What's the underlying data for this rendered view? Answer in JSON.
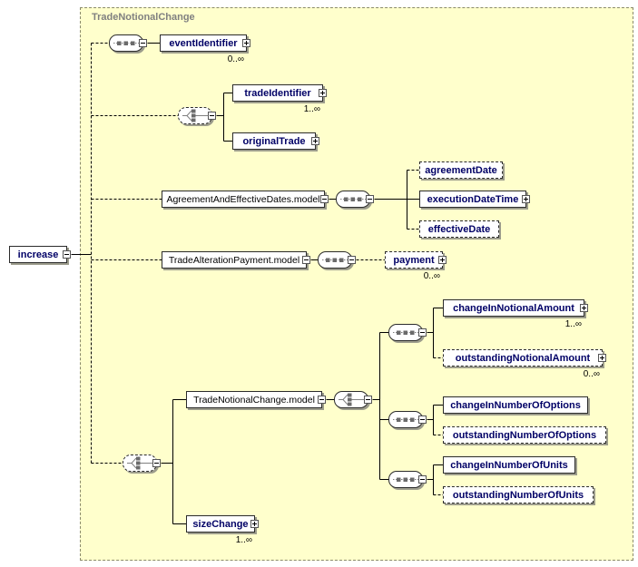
{
  "diagram": {
    "frame_label": "TradeNotionalChange",
    "root": {
      "label": "increase"
    },
    "nodes": {
      "eventIdentifier": {
        "label": "eventIdentifier",
        "cardinality": "0..∞"
      },
      "tradeIdentifier": {
        "label": "tradeIdentifier",
        "cardinality": "1..∞"
      },
      "originalTrade": {
        "label": "originalTrade"
      },
      "agreementModel": {
        "label": "AgreementAndEffectiveDates.model"
      },
      "agreementDate": {
        "label": "agreementDate"
      },
      "executionDateTime": {
        "label": "executionDateTime"
      },
      "effectiveDate": {
        "label": "effectiveDate"
      },
      "paymentModel": {
        "label": "TradeAlterationPayment.model"
      },
      "payment": {
        "label": "payment",
        "cardinality": "0..∞"
      },
      "notionalModel": {
        "label": "TradeNotionalChange.model"
      },
      "changeInNotionalAmount": {
        "label": "changeInNotionalAmount",
        "cardinality": "1..∞"
      },
      "outstandingNotionalAmount": {
        "label": "outstandingNotionalAmount",
        "cardinality": "0..∞"
      },
      "changeInNumberOfOptions": {
        "label": "changeInNumberOfOptions"
      },
      "outstandingNumberOfOptions": {
        "label": "outstandingNumberOfOptions"
      },
      "changeInNumberOfUnits": {
        "label": "changeInNumberOfUnits"
      },
      "outstandingNumberOfUnits": {
        "label": "outstandingNumberOfUnits"
      },
      "sizeChange": {
        "label": "sizeChange",
        "cardinality": "1..∞"
      }
    },
    "colors": {
      "frame_background": "#ffffcc",
      "element_text": "#000066",
      "model_text": "#000000",
      "frame_label_text": "#808080",
      "box_shadow": "#999999"
    }
  }
}
